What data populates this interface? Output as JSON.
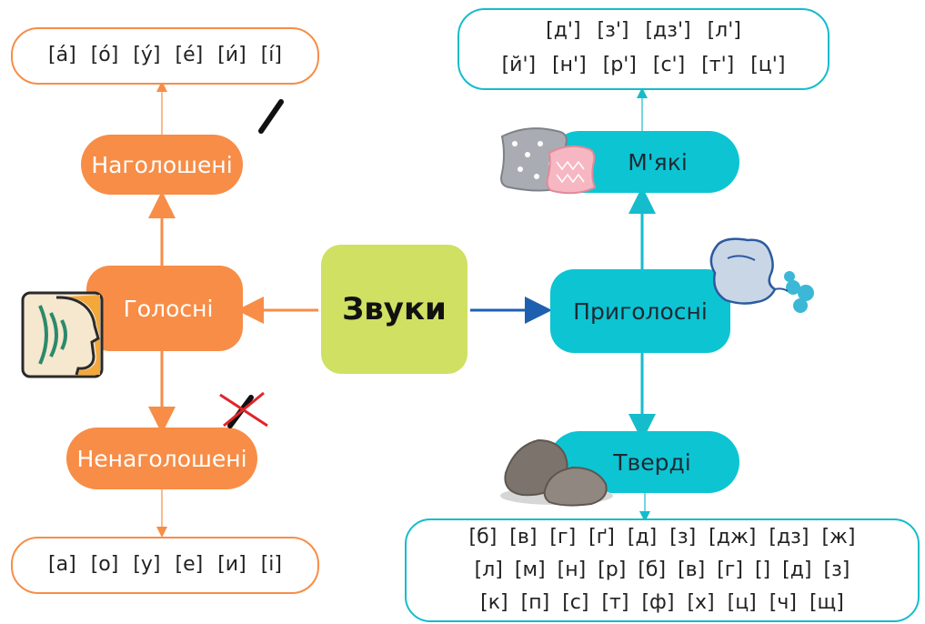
{
  "center": {
    "label": "Звуки"
  },
  "vowels": {
    "label": "Голосні",
    "stressed": {
      "label": "Наголошені",
      "sounds": [
        "[а́]",
        "[о́]",
        "[у́]",
        "[е́]",
        "[и́]",
        "[і́]"
      ]
    },
    "unstressed": {
      "label": "Ненаголошені",
      "sounds": [
        "[а]",
        "[о]",
        "[у]",
        "[е]",
        "[и]",
        "[і]"
      ]
    }
  },
  "consonants": {
    "label": "Приголосні",
    "soft": {
      "label": "М'які",
      "row1": [
        "[д']",
        "[з']",
        "[дз']",
        "[л']"
      ],
      "row2": [
        "[й']",
        "[н']",
        "[р']",
        "[с']",
        "[т']",
        "[ц']"
      ]
    },
    "hard": {
      "label": "Тверді",
      "row1": [
        "[б]",
        "[в]",
        "[г]",
        "[ґ]",
        "[д]",
        "[з]",
        "[дж]",
        "[дз]",
        "[ж]"
      ],
      "row2": [
        "[л]",
        "[м]",
        "[н]",
        "[р]",
        "[б]",
        "[в]",
        "[г]",
        "[]",
        "[д]",
        "[з]"
      ],
      "row3": [
        "[к]",
        "[п]",
        "[с]",
        "[т]",
        "[ф]",
        "[х]",
        "[ц]",
        "[ч]",
        "[щ]"
      ]
    }
  },
  "colors": {
    "vowel": "#f78d47",
    "consonant": "#0dc4d3",
    "center": "#cfe063",
    "arrow_blue": "#1f5fb0"
  },
  "icons": [
    "speaking-head-icon",
    "stress-mark-icon",
    "crossed-stress-mark-icon",
    "pillows-icon",
    "blowing-air-icon",
    "stones-icon"
  ]
}
